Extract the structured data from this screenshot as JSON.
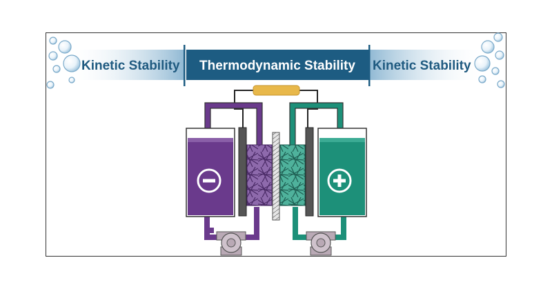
{
  "banner": {
    "left_label": "Kinetic Stability",
    "center_label": "Thermodynamic Stability",
    "right_label": "Kinetic Stability"
  },
  "colors": {
    "banner_dark": "#1d5c82",
    "banner_light": "#8fb8d3",
    "anolyte": "#6a3a8c",
    "anolyte_tube": "#9d7fb3",
    "catholyte": "#1d9079",
    "catholyte_tube": "#3aaa92",
    "load": "#e8b84a",
    "electrode": "#555555",
    "pump": "#b9a9b5"
  },
  "icons": {
    "negative_terminal": "minus-circle-icon",
    "positive_terminal": "plus-circle-icon",
    "load": "resistor-icon",
    "pumps": "pump-icon",
    "decoration": "bubble-icon"
  }
}
